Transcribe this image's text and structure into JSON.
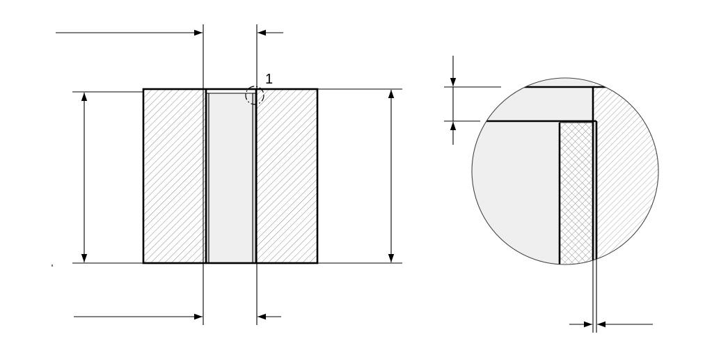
{
  "detail_marker": {
    "label": "1"
  },
  "colors": {
    "line": "#000000",
    "fill_light": "#efefef",
    "hatch": "#8a8a8a",
    "background": "#ffffff"
  },
  "views": [
    {
      "name": "sectional-view"
    },
    {
      "name": "detail-view"
    }
  ]
}
